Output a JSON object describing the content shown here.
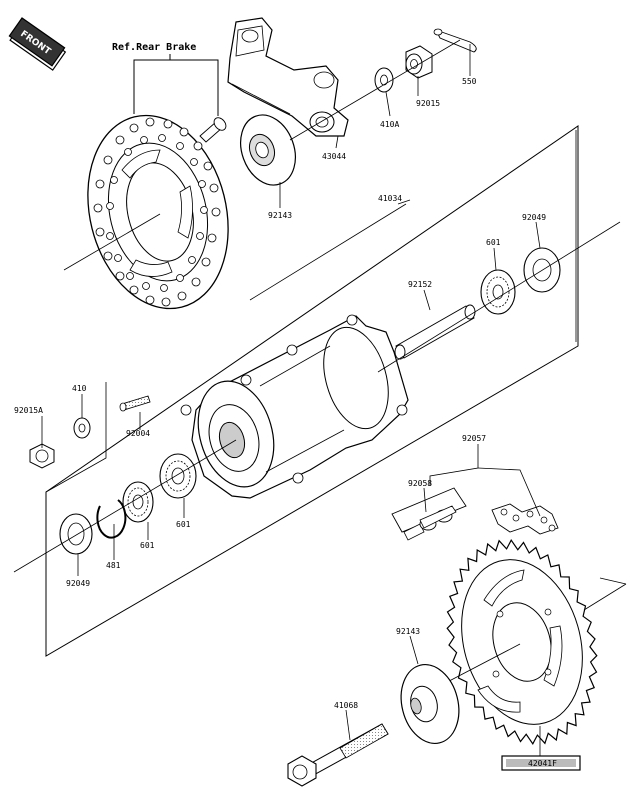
{
  "front_badge": "FRONT",
  "ref_note": "Ref.Rear Brake",
  "parts": [
    {
      "id": "p550",
      "label": "550"
    },
    {
      "id": "p92015",
      "label": "92015"
    },
    {
      "id": "p410A",
      "label": "410A"
    },
    {
      "id": "p43044",
      "label": "43044"
    },
    {
      "id": "p92143a",
      "label": "92143"
    },
    {
      "id": "p41034",
      "label": "41034"
    },
    {
      "id": "p92049a",
      "label": "92049"
    },
    {
      "id": "p601a",
      "label": "601"
    },
    {
      "id": "p92152",
      "label": "92152"
    },
    {
      "id": "p410",
      "label": "410"
    },
    {
      "id": "p92015A",
      "label": "92015A"
    },
    {
      "id": "p92004",
      "label": "92004"
    },
    {
      "id": "p601b",
      "label": "601"
    },
    {
      "id": "p601c",
      "label": "601"
    },
    {
      "id": "p481",
      "label": "481"
    },
    {
      "id": "p92049b",
      "label": "92049"
    },
    {
      "id": "p92057",
      "label": "92057"
    },
    {
      "id": "p92058",
      "label": "92058"
    },
    {
      "id": "p92143b",
      "label": "92143"
    },
    {
      "id": "p41068",
      "label": "41068"
    },
    {
      "id": "p42041F",
      "label": "42041F"
    }
  ]
}
